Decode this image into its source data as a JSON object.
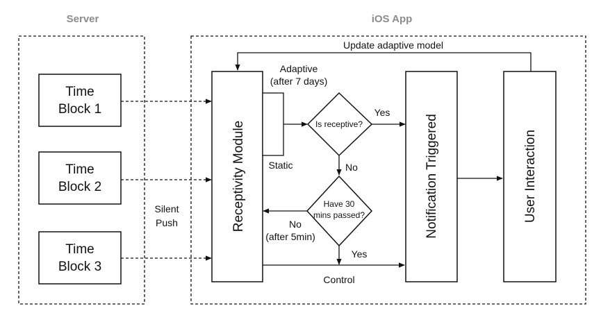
{
  "sections": {
    "server": "Server",
    "ios_app": "iOS App"
  },
  "time_blocks": [
    {
      "line1": "Time",
      "line2": "Block 1"
    },
    {
      "line1": "Time",
      "line2": "Block 2"
    },
    {
      "line1": "Time",
      "line2": "Block 3"
    }
  ],
  "modules": {
    "receptivity": "Receptivity Module",
    "notification": "Notification Triggered",
    "user_interaction": "User Interaction"
  },
  "decisions": {
    "is_receptive": "Is receptive?",
    "mins_passed_line1": "Have 30",
    "mins_passed_line2": "mins passed?"
  },
  "labels": {
    "update_model": "Update adaptive model",
    "adaptive_line1": "Adaptive",
    "adaptive_line2": "(after 7 days)",
    "static": "Static",
    "yes_top": "Yes",
    "no_mid": "No",
    "silent_line1": "Silent",
    "silent_line2": "Push",
    "no_retry_line1": "No",
    "no_retry_line2": "(after 5min)",
    "yes_bottom": "Yes",
    "control": "Control"
  }
}
